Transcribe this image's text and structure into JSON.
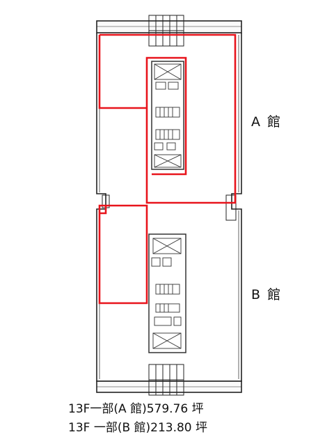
{
  "wings": {
    "a_label": "A 館",
    "b_label": "B 館"
  },
  "areas": {
    "a_text": "13F一部(A 館)579.76 坪",
    "b_text": "13F 一部(B 館)213.80 坪"
  },
  "colors": {
    "highlight": "#e8141c",
    "wall": "#222222",
    "fixture": "#555555",
    "background": "#ffffff"
  }
}
